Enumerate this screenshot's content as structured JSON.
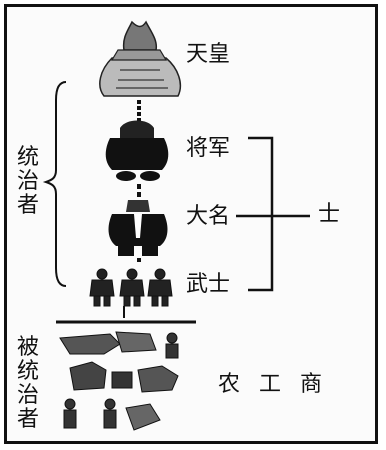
{
  "hierarchy": {
    "emperor": "天皇",
    "shogun": "将军",
    "daimyo": "大名",
    "samurai": "武士"
  },
  "groups": {
    "rulers": "统治者",
    "ruled": "被统治者",
    "warrior_class": "士",
    "commoners": "农 工 商"
  }
}
